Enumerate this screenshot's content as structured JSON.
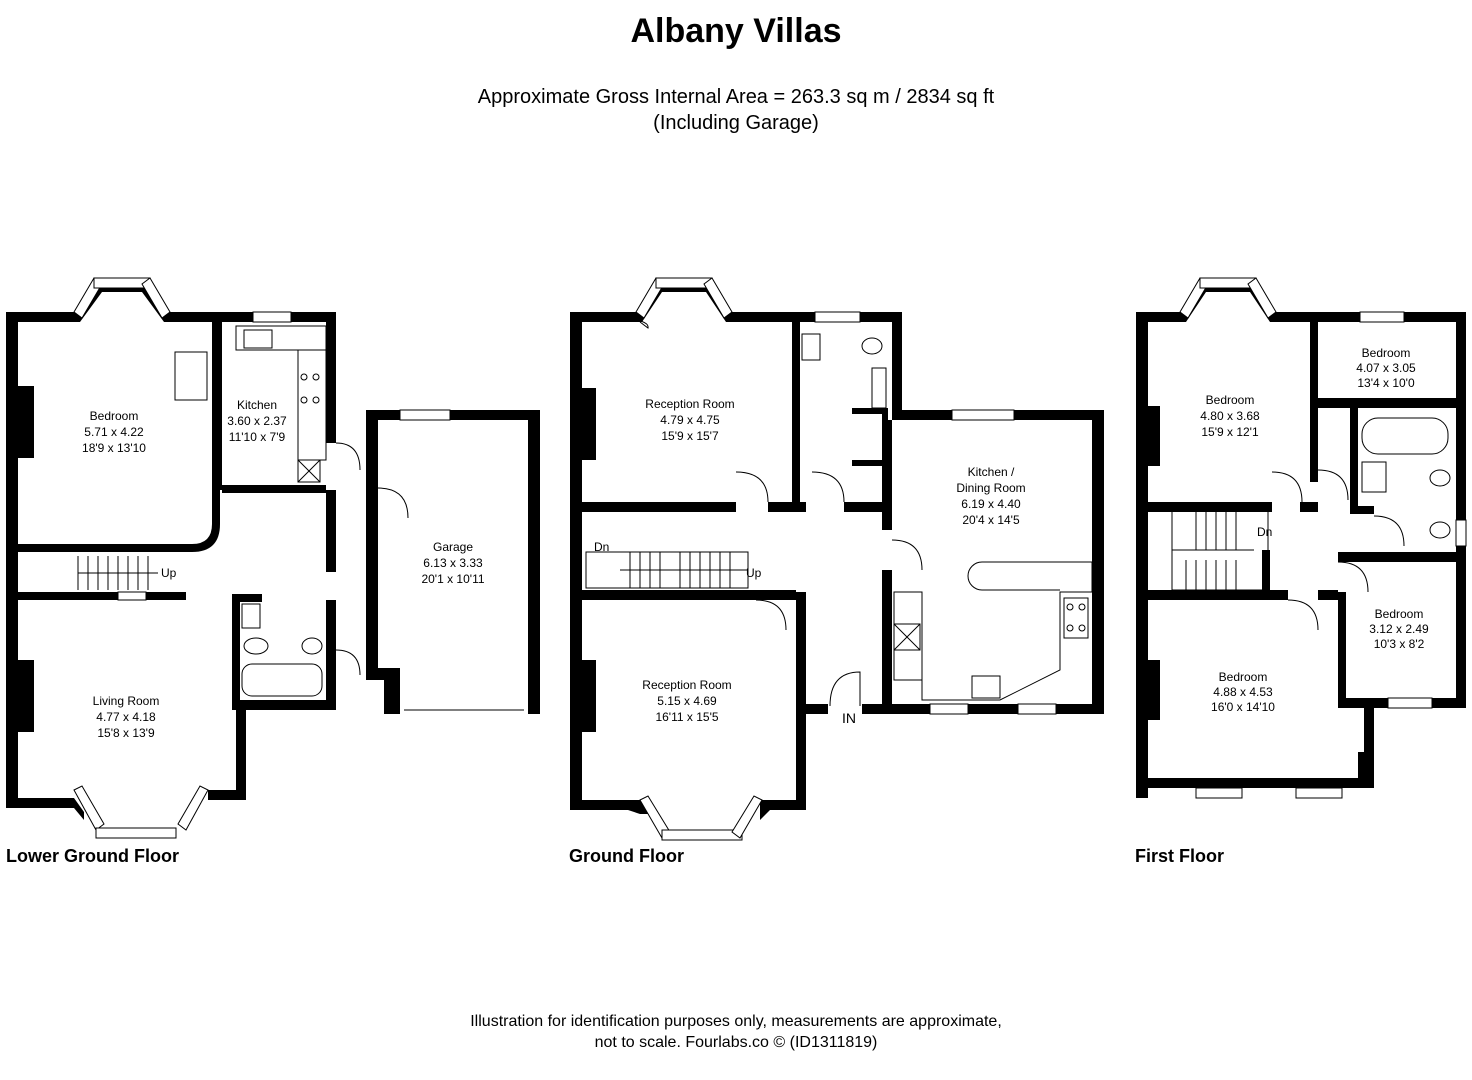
{
  "title": "Albany Villas",
  "area_line": "Approximate Gross Internal Area = 263.3 sq m / 2834 sq ft",
  "area_note": "(Including Garage)",
  "floors": {
    "lower": {
      "label": "Lower Ground Floor",
      "rooms": [
        {
          "name": "Bedroom",
          "metric": "5.71 x 4.22",
          "imperial": "18'9 x 13'10"
        },
        {
          "name": "Kitchen",
          "metric": "3.60 x 2.37",
          "imperial": "11'10 x 7'9"
        },
        {
          "name": "Garage",
          "metric": "6.13 x 3.33",
          "imperial": "20'1 x 10'11"
        },
        {
          "name": "Living Room",
          "metric": "4.77 x 4.18",
          "imperial": "15'8 x 13'9"
        }
      ],
      "stair_label": "Up"
    },
    "ground": {
      "label": "Ground Floor",
      "rooms": [
        {
          "name": "Reception Room",
          "metric": "4.79 x 4.75",
          "imperial": "15'9 x 15'7"
        },
        {
          "name": "Kitchen /",
          "name2": "Dining Room",
          "metric": "6.19 x 4.40",
          "imperial": "20'4 x 14'5"
        },
        {
          "name": "Reception Room",
          "metric": "5.15 x 4.69",
          "imperial": "16'11 x 15'5"
        }
      ],
      "stair_up": "Up",
      "stair_down": "Dn",
      "entrance": "IN"
    },
    "first": {
      "label": "First Floor",
      "rooms": [
        {
          "name": "Bedroom",
          "metric": "4.80 x 3.68",
          "imperial": "15'9 x 12'1"
        },
        {
          "name": "Bedroom",
          "metric": "4.07 x 3.05",
          "imperial": "13'4 x 10'0"
        },
        {
          "name": "Bedroom",
          "metric": "3.12 x 2.49",
          "imperial": "10'3 x 8'2"
        },
        {
          "name": "Bedroom",
          "metric": "4.88 x 4.53",
          "imperial": "16'0 x 14'10"
        }
      ],
      "stair_down": "Dn"
    }
  },
  "footer_line1": "Illustration for identification purposes only, measurements are approximate,",
  "footer_line2": "not to scale. Fourlabs.co © (ID1311819)"
}
